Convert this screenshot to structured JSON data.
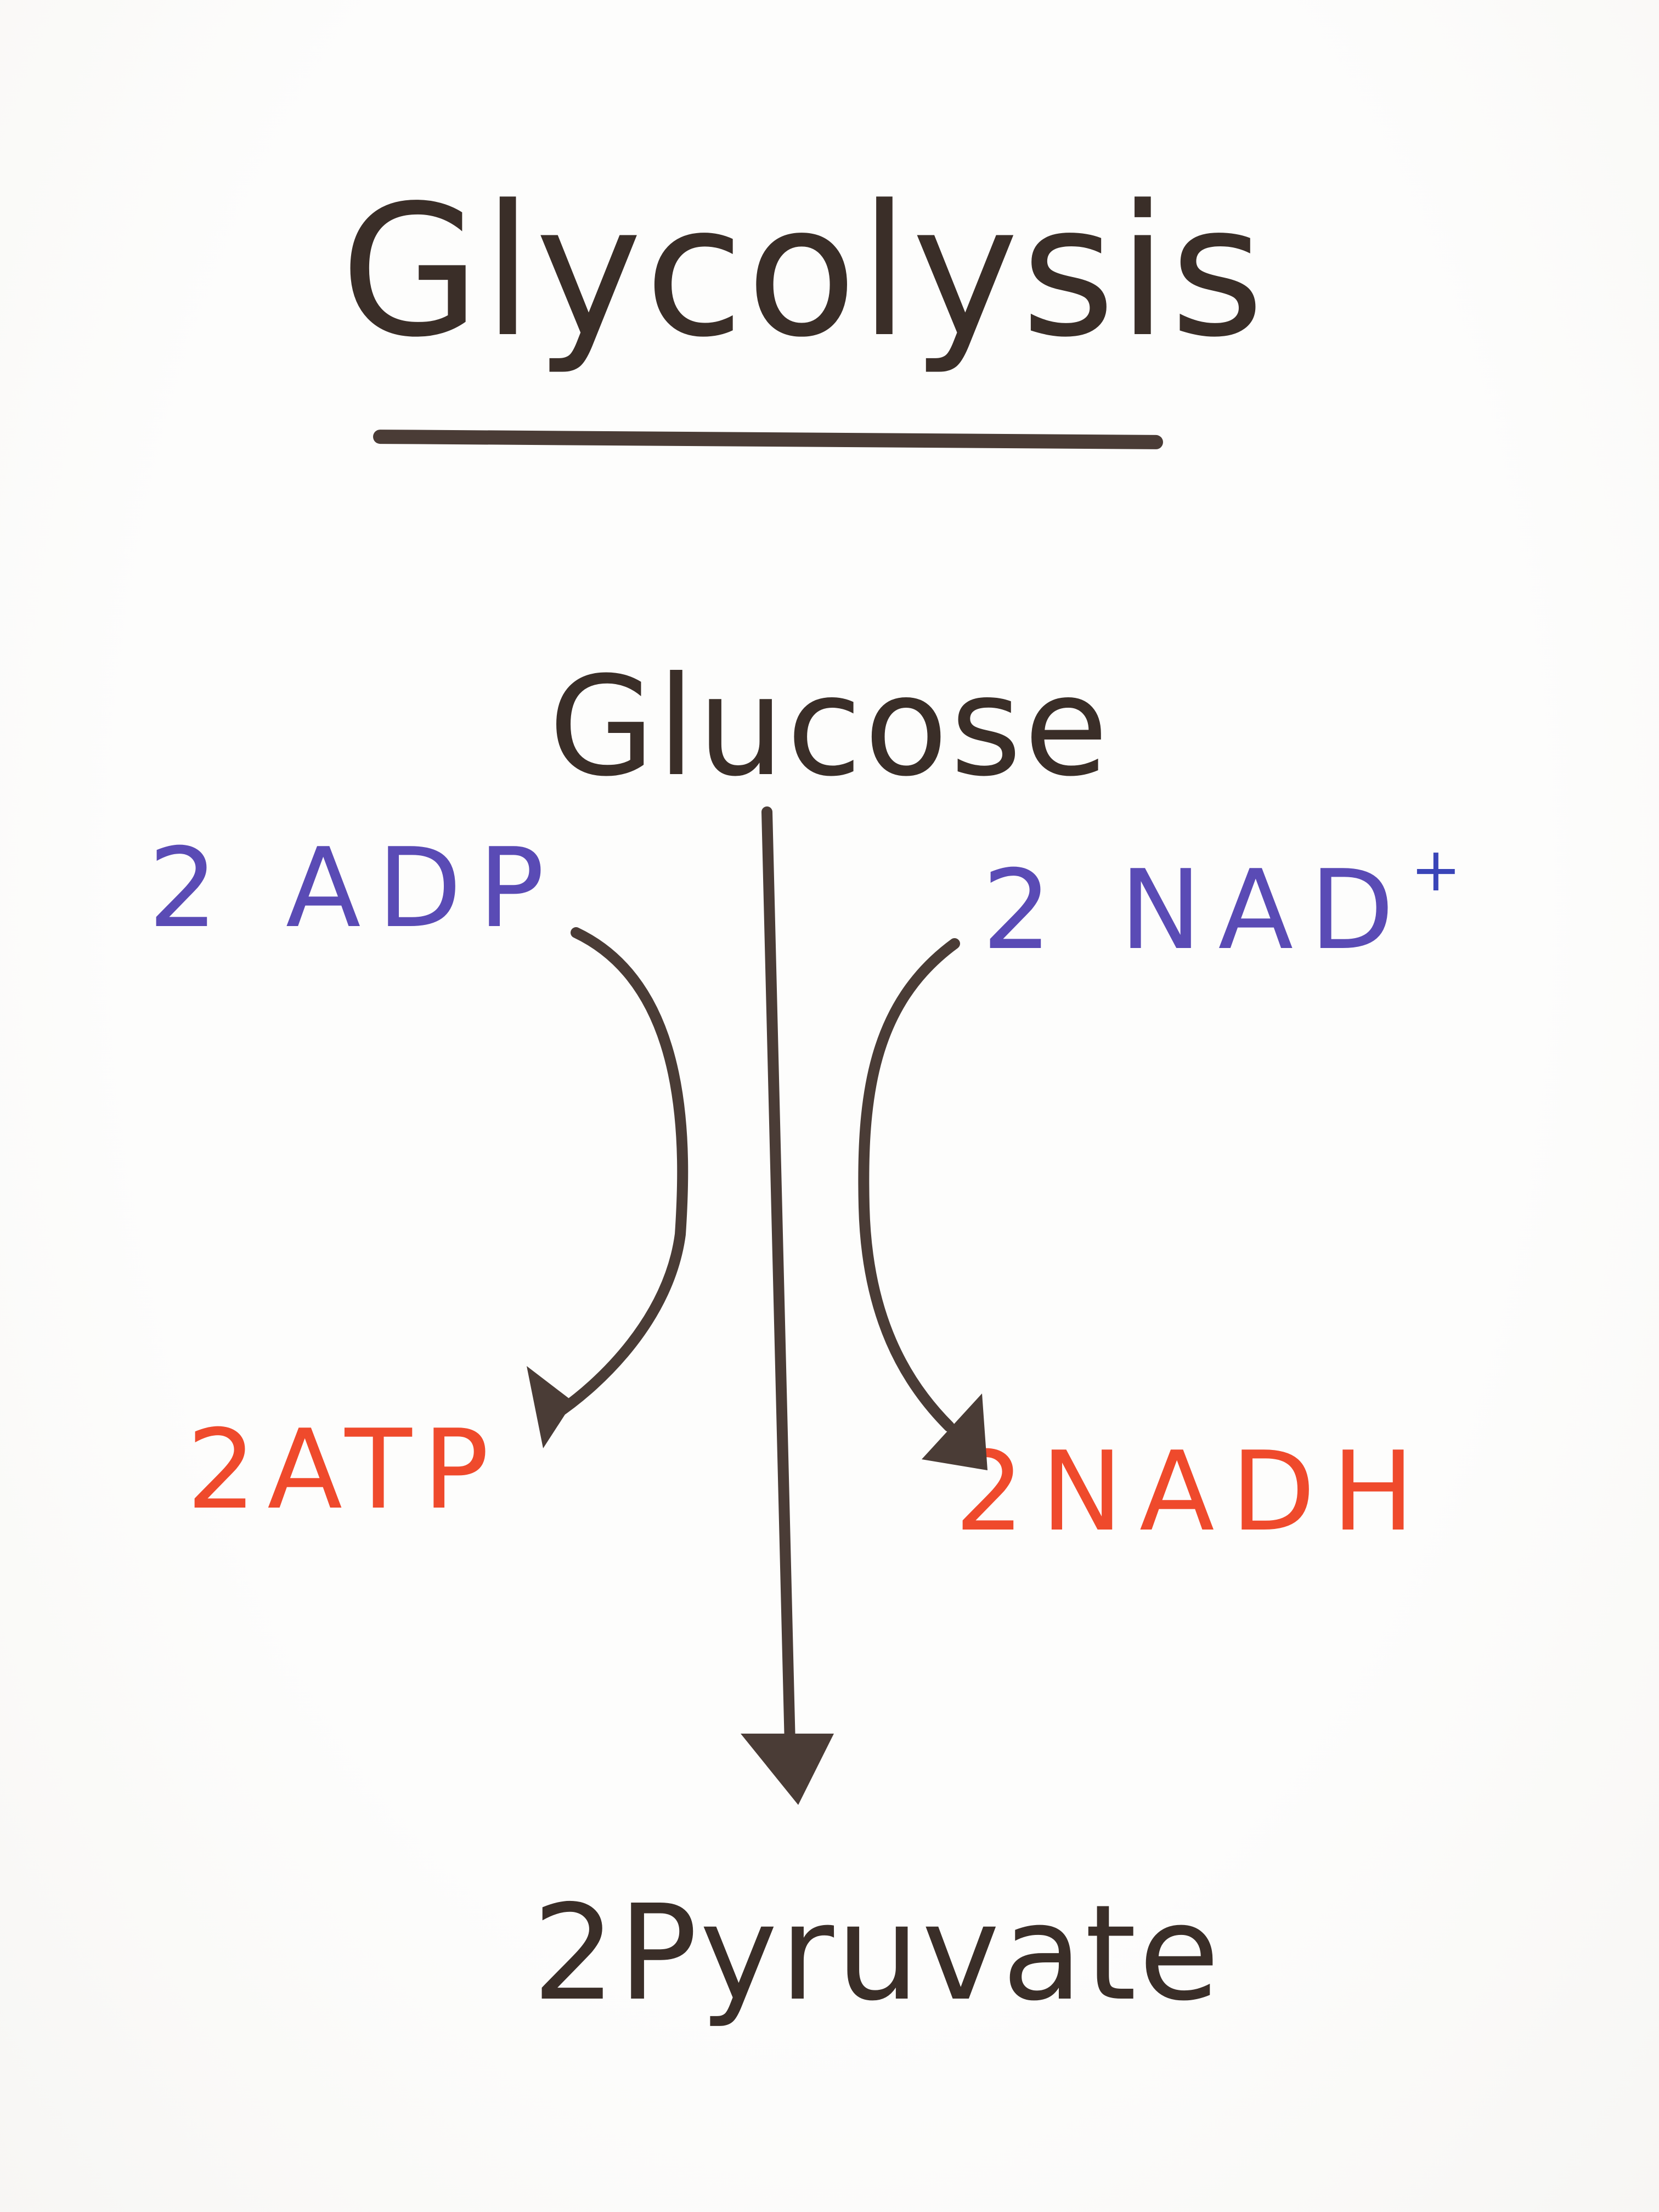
{
  "title": "Glycolysis",
  "nodes": {
    "glucose": "Glucose",
    "pyruvate": "2Pyruvate",
    "adp": "2 ADP",
    "atp": "2ATP",
    "nad": "2 NAD",
    "nad_charge": "+",
    "nadh": "2NADH"
  },
  "colors": {
    "ink": "#3a2e28",
    "reactant": "#5a4bb5",
    "product": "#ef4a2c",
    "arrow": "#4a3c36"
  }
}
